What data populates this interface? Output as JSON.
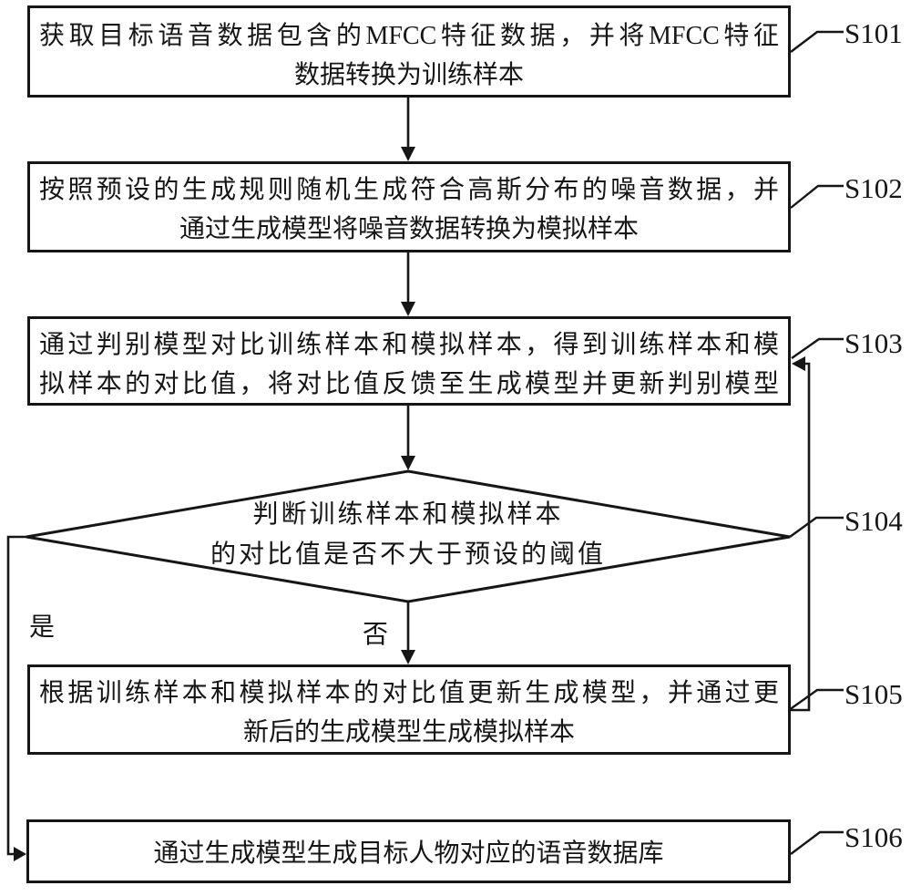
{
  "diagram": {
    "steps": {
      "s101": {
        "label": "S101",
        "line1": "获取目标语音数据包含的MFCC特征数据，并将MFCC特征",
        "line2": "数据转换为训练样本"
      },
      "s102": {
        "label": "S102",
        "line1": "按照预设的生成规则随机生成符合高斯分布的噪音数据，并",
        "line2": "通过生成模型将噪音数据转换为模拟样本"
      },
      "s103": {
        "label": "S103",
        "line1": "通过判别模型对比训练样本和模拟样本，得到训练样本和模",
        "line2": "拟样本的对比值，将对比值反馈至生成模型并更新判别模型"
      },
      "s104": {
        "label": "S104",
        "line1": "判断训练样本和模拟样本",
        "line2": "的对比值是否不大于预设的阈值"
      },
      "s105": {
        "label": "S105",
        "line1": "根据训练样本和模拟样本的对比值更新生成模型，并通过更",
        "line2": "新后的生成模型生成模拟样本"
      },
      "s106": {
        "label": "S106",
        "line1": "通过生成模型生成目标人物对应的语音数据库"
      }
    },
    "branches": {
      "yes": "是",
      "no": "否"
    },
    "colors": {
      "line": "#161616",
      "background": "#ffffff"
    }
  }
}
